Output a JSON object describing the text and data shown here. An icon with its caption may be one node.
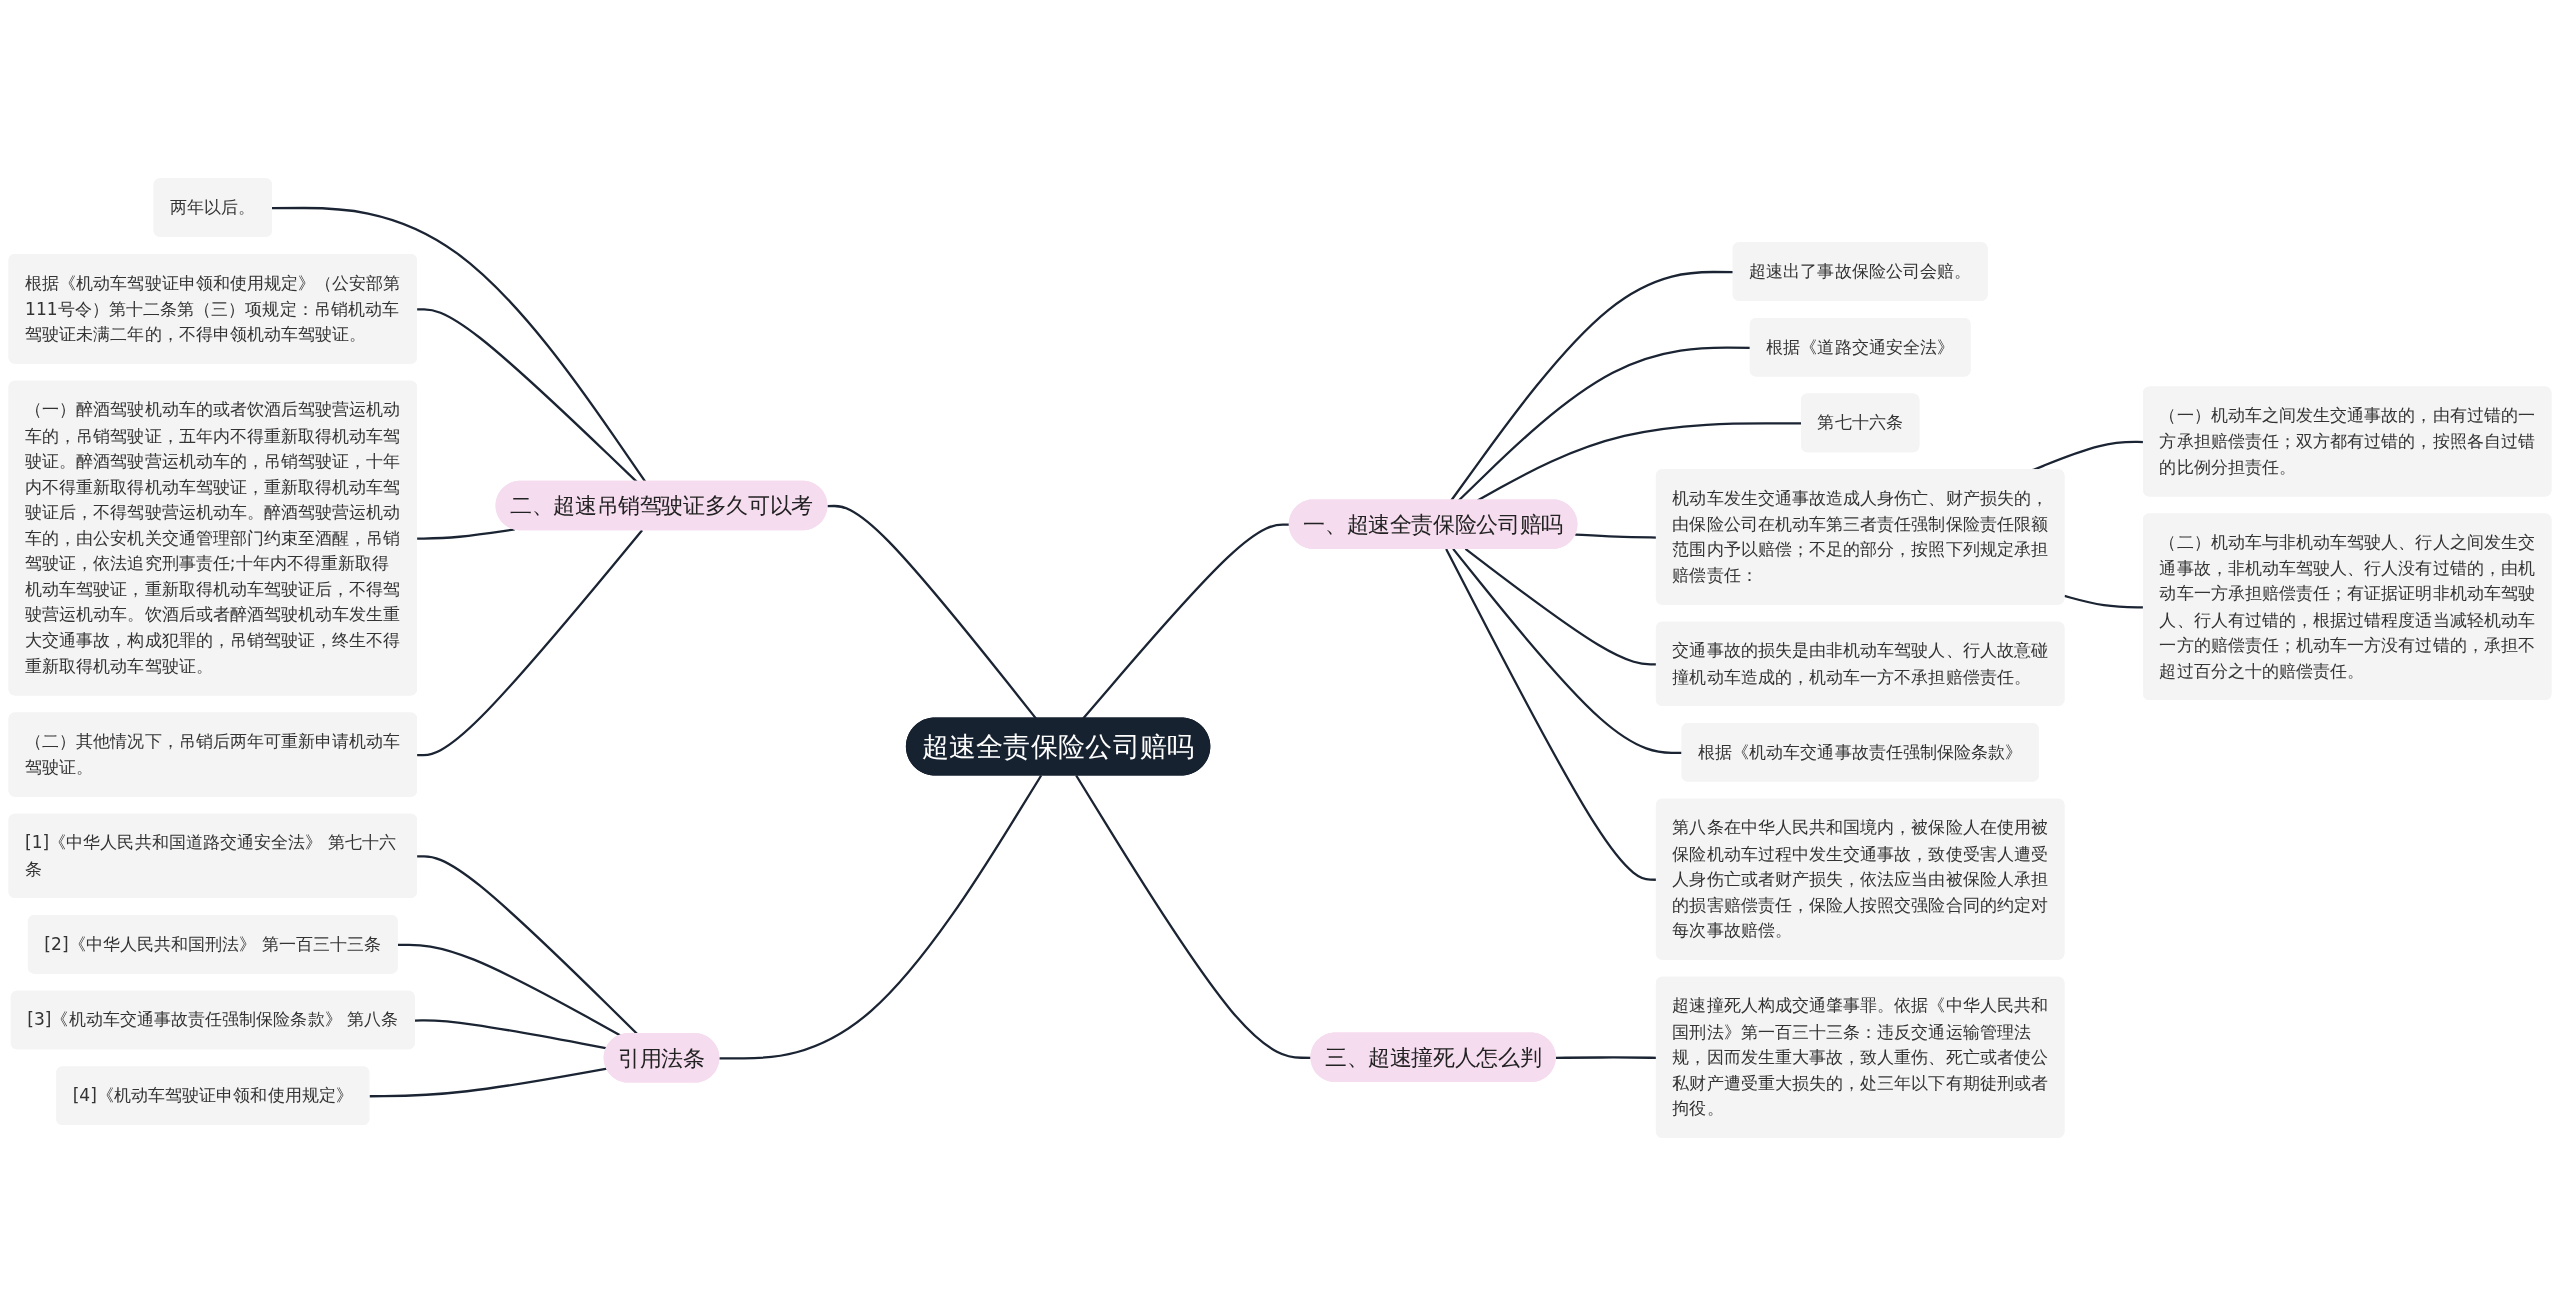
{
  "diagram": {
    "nodes": [
      {
        "text": [
          "超速全责保险公司赔吗"
        ]
      },
      {
        "text": [
          "一、超速全责保险公司赔吗"
        ]
      },
      {
        "text": [
          "超速出了事故保险公司会赔。"
        ]
      },
      {
        "text": [
          "根据《道路交通安全法》"
        ]
      },
      {
        "text": [
          "第七十六条"
        ]
      },
      {
        "text": [
          "机动车发生交通事故造成人身伤亡、财产损失的，由保险公司在机动车第三者责任强制保险责任限额范围内予以赔偿；不足的部分，按照下列规定承担赔偿责任："
        ]
      },
      {
        "text": [
          "（一）机动车之间发生交通事故的，由有过错的一方承担赔偿责任；双方都有过错的，按照各自过错的比例分担责任。"
        ]
      },
      {
        "text": [
          "（二）机动车与非机动车驾驶人、行人之间发生交通事故，非机动车驾驶人、行人没有过错的，由机动车一方承担赔偿责任；有证据证明非机动车驾驶人、行人有过错的，根据过错程度适当减轻机动车一方的赔偿责任；机动车一方没有过错的，承担不超过百分之十的赔偿责任。"
        ]
      },
      {
        "text": [
          "交通事故的损失是由非机动车驾驶人、行人故意碰撞机动车造成的，机动车一方不承担赔偿责任。"
        ]
      },
      {
        "text": [
          "根据《机动车交通事故责任强制保险条款》"
        ]
      },
      {
        "text": [
          "第八条在中华人民共和国境内，被保险人在使用被保险机动车过程中发生交通事故，致使受害人遭受人身伤亡或者财产损失，依法应当由被保险人承担的损害赔偿责任，保险人按照交强险合同的约定对每次事故赔偿。"
        ]
      },
      {
        "text": [
          "三、超速撞死人怎么判"
        ]
      },
      {
        "text": [
          "超速撞死人构成交通肇事罪。依据《中华人民共和国刑法》第一百三十三条：违反交通运输管理法规，因而发生重大事故，致人重伤、死亡或者使公私财产遭受重大损失的，处三年以下有期徒刑或者拘役。"
        ]
      },
      {
        "text": [
          "二、超速吊销驾驶证多久可以考"
        ]
      },
      {
        "text": [
          "两年以后。"
        ]
      },
      {
        "text": [
          "根据《机动车驾驶证申领和使用规定》（公安部第111号令）第十二条第（三）项规定：吊销机动车驾驶证未满二年的，不得申领机动车驾驶证。"
        ]
      },
      {
        "text": [
          "（一）醉酒驾驶机动车的或者饮酒后驾驶营运机动车的，吊销驾驶证，五年内不得重新取得机动车驾驶证。醉酒驾驶营运机动车的，吊销驾驶证，十年内不得重新取得机动车驾驶证，重新取得机动车驾驶证后，不得驾驶营运机动车。醉酒驾驶营运机动车的，由公安机关交通管理部门约束至酒醒，吊销驾驶证，依法追究刑事责任;十年内不得重新取得机动车驾驶证，重新取得机动车驾驶证后，不得驾驶营运机动车。饮酒后或者醉酒驾驶机动车发生重大交通事故，构成犯罪的，吊销驾驶证，终生不得重新取得机动车驾驶证。"
        ]
      },
      {
        "text": [
          "（二）其他情况下，吊销后两年可重新申请机动车驾驶证。"
        ]
      },
      {
        "text": [
          "引用法条"
        ]
      },
      {
        "text": [
          "[1]《中华人民共和国道路交通安全法》 第七十六条"
        ]
      },
      {
        "text": [
          "[2]《中华人民共和国刑法》 第一百三十三条"
        ]
      },
      {
        "text": [
          "[3]《机动车交通事故责任强制保险条款》 第八条"
        ]
      },
      {
        "text": [
          "[4]《机动车驾驶证申领和使用规定》"
        ]
      }
    ],
    "edges": [
      {
        "from": 0,
        "to": 1,
        "arrow": "none"
      },
      {
        "from": 1,
        "to": 2,
        "arrow": "none"
      },
      {
        "from": 1,
        "to": 3,
        "arrow": "none"
      },
      {
        "from": 1,
        "to": 4,
        "arrow": "none"
      },
      {
        "from": 1,
        "to": 5,
        "arrow": "none"
      },
      {
        "from": 5,
        "to": 6,
        "arrow": "none"
      },
      {
        "from": 5,
        "to": 7,
        "arrow": "none"
      },
      {
        "from": 1,
        "to": 8,
        "arrow": "none"
      },
      {
        "from": 1,
        "to": 9,
        "arrow": "none"
      },
      {
        "from": 1,
        "to": 10,
        "arrow": "none"
      },
      {
        "from": 0,
        "to": 11,
        "arrow": "none"
      },
      {
        "from": 11,
        "to": 12,
        "arrow": "none"
      },
      {
        "from": 0,
        "to": 13,
        "arrow": "none"
      },
      {
        "from": 13,
        "to": 14,
        "arrow": "none"
      },
      {
        "from": 13,
        "to": 15,
        "arrow": "none"
      },
      {
        "from": 13,
        "to": 16,
        "arrow": "none"
      },
      {
        "from": 13,
        "to": 17,
        "arrow": "none"
      },
      {
        "from": 0,
        "to": 18,
        "arrow": "none"
      },
      {
        "from": 18,
        "to": 19,
        "arrow": "none"
      },
      {
        "from": 18,
        "to": 20,
        "arrow": "none"
      },
      {
        "from": 18,
        "to": 21,
        "arrow": "none"
      },
      {
        "from": 18,
        "to": 22,
        "arrow": "none"
      }
    ]
  }
}
